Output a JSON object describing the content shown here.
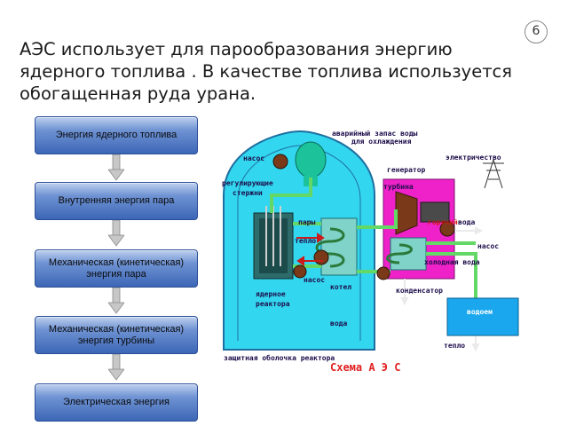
{
  "slide_number": "6",
  "heading": "АЭС использует для парообразования энергию ядерного топлива . В качестве топлива используется обогащенная руда урана.",
  "flow": [
    {
      "label": "Энергия ядерного топлива"
    },
    {
      "label": "Внутренняя энергия пара"
    },
    {
      "label": "Механическая (кинетическая) энергия пара"
    },
    {
      "label": "Механическая (кинетическая) энергия турбины"
    },
    {
      "label": "Электрическая энергия"
    }
  ],
  "diagram": {
    "caption": "Схема А Э С",
    "labels": {
      "emergency_water": "аварийный запас воды",
      "for_cooling": "для охлаждения",
      "pump_top": "насос",
      "control_rods_1": "регулирующие",
      "control_rods_2": "стержни",
      "generator": "генератор",
      "electricity": "электричество",
      "turbine": "турбина",
      "steam": "пары",
      "hot_steam": "горячий",
      "water": "вода",
      "heat": "тепло",
      "pump_right": "насос",
      "cold_water": "холодная вода",
      "pump_mid": "насос",
      "boiler": "котел",
      "condenser": "конденсатор",
      "core_1": "ядерное",
      "core_2": "реактора",
      "water_low": "вода",
      "reservoir": "водоем",
      "protective_shell": "защитная оболочка реактора",
      "heat_out": "тепло"
    },
    "colors": {
      "containment": "#33d6ef",
      "turbine_hall": "#ee22c8",
      "reservoir": "#1aa7ee",
      "pipes": "#63d866",
      "label_text": "#1d0d4a",
      "caption": "#e02222",
      "flow_box": "#4a72c0"
    }
  }
}
